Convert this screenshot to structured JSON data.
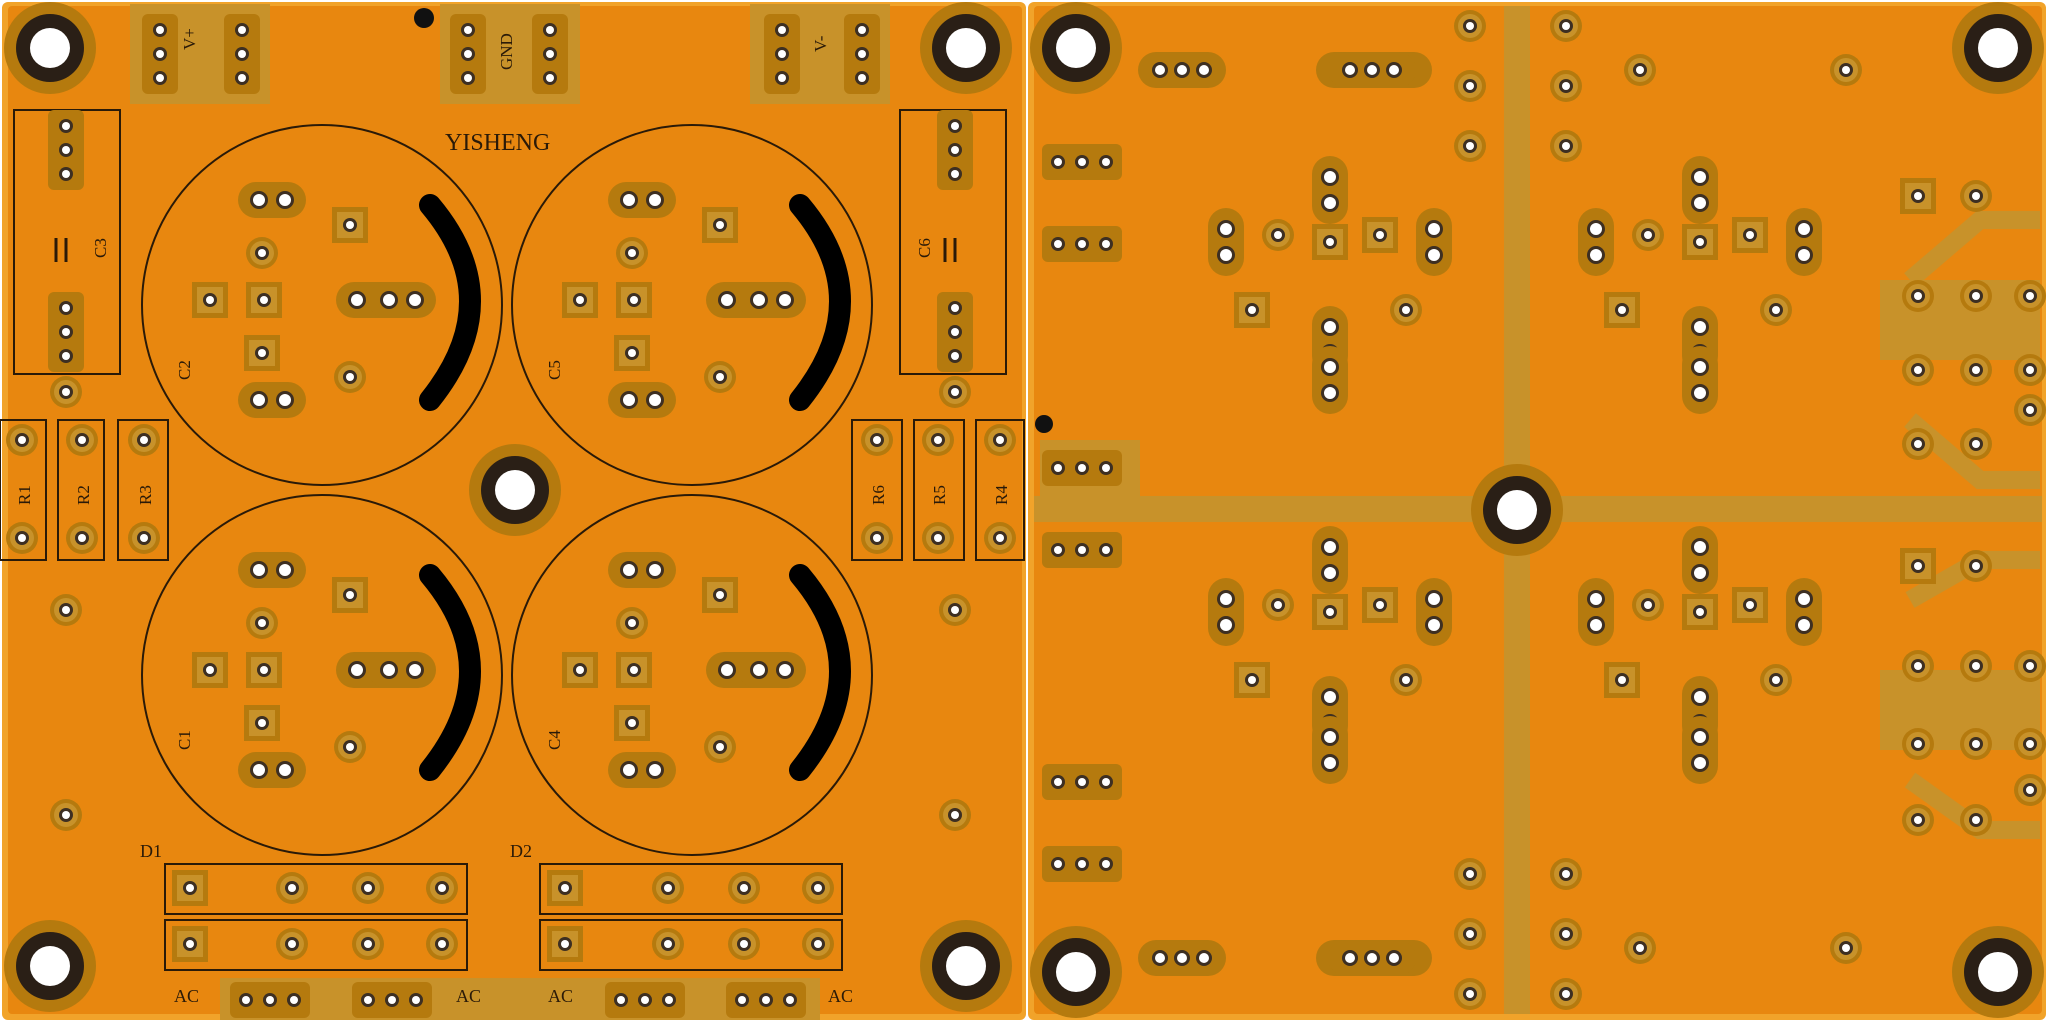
{
  "colors": {
    "background": "#ffffff",
    "board": "#e8870f",
    "board_edge": "#f1a32a",
    "copper": "#b57a0e",
    "copper_mask": "#c8922a",
    "pad_center": "#3d2f22",
    "silk": "#2a1a08",
    "blob": "#000000",
    "hole": "#ffffff"
  },
  "left_board": {
    "brand": "YISHENG",
    "top_labels": [
      "V+",
      "GND",
      "V-"
    ],
    "capacitors": [
      "C1",
      "C2",
      "C3",
      "C4",
      "C5",
      "C6"
    ],
    "resistors": [
      "R1",
      "R2",
      "R3",
      "R4",
      "R5",
      "R6"
    ],
    "diodes": [
      "D1",
      "D2"
    ],
    "ac_labels": [
      "AC",
      "AC",
      "AC",
      "AC"
    ]
  },
  "right_board": {
    "sections": 4
  }
}
